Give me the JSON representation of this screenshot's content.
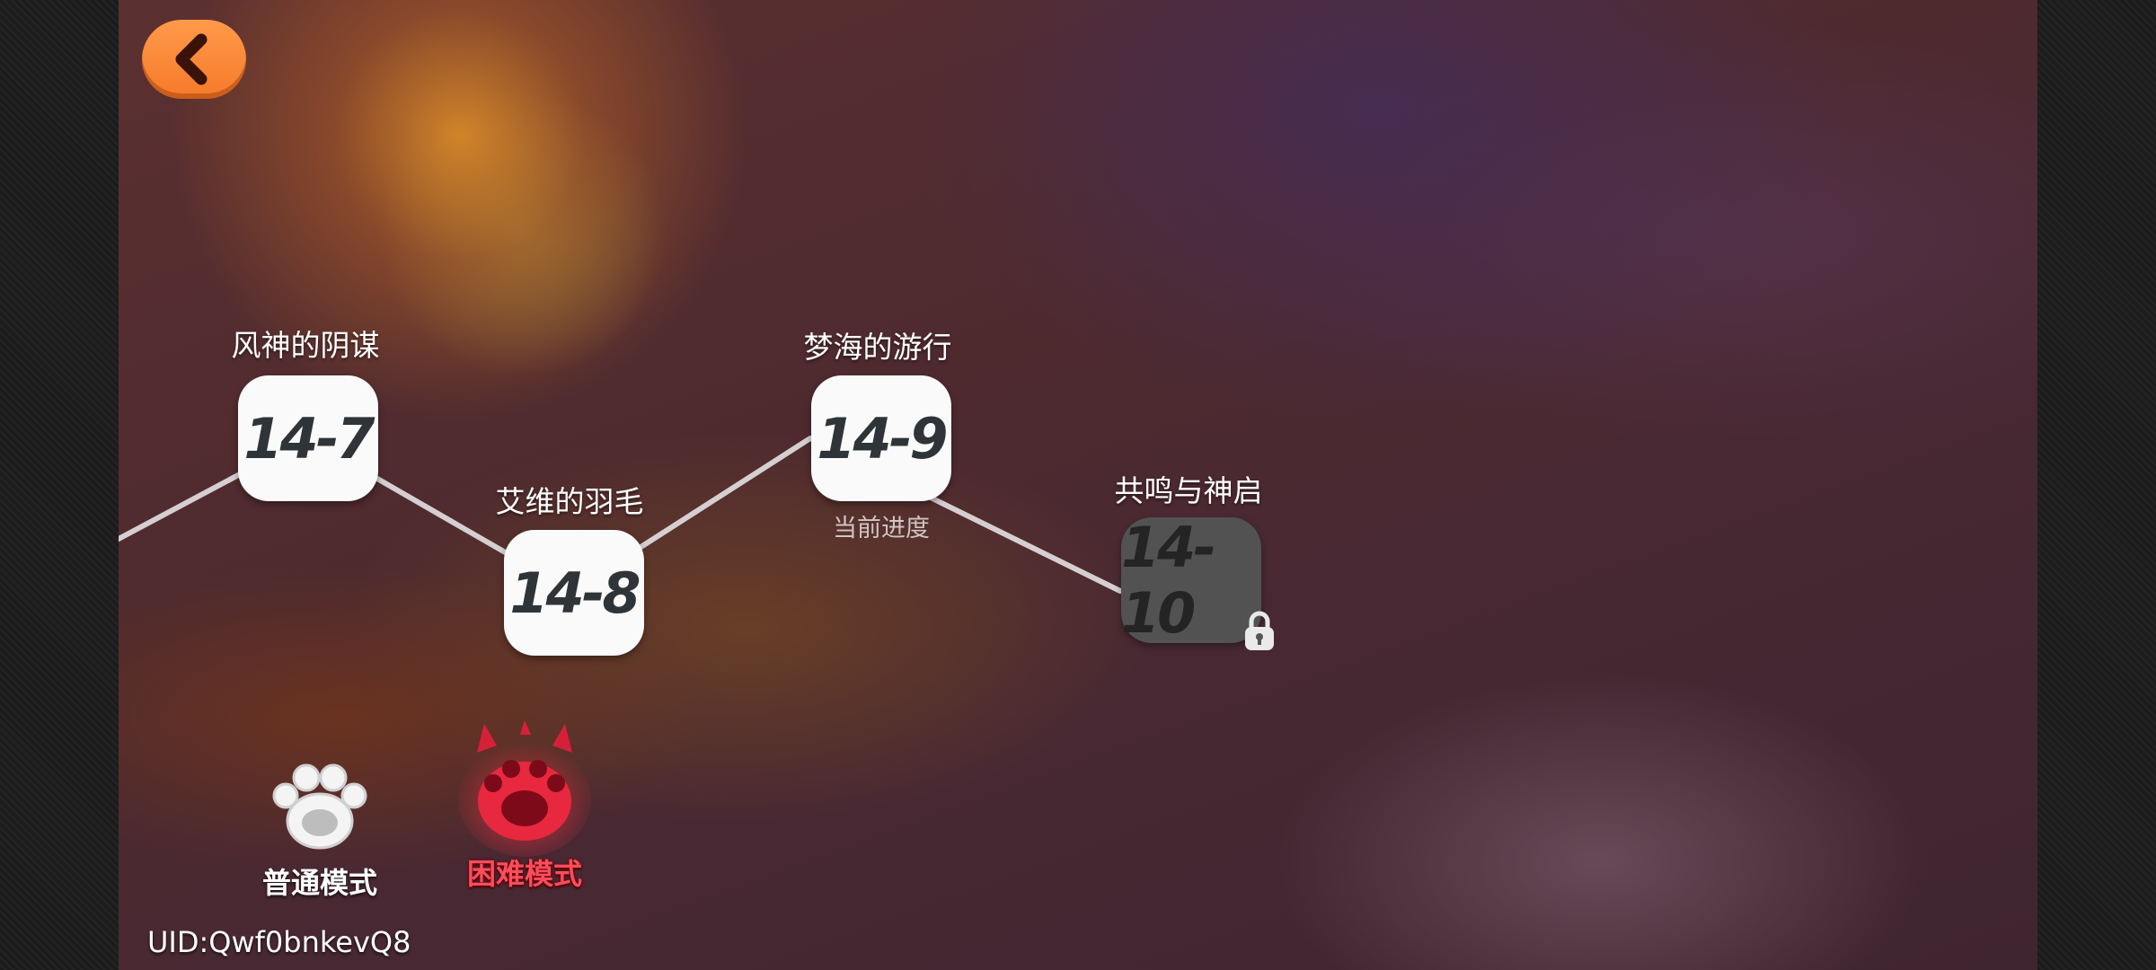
{
  "back_button": {
    "icon": "chevron-left-icon",
    "color": "#f57a2a"
  },
  "stages": [
    {
      "id": "14-7",
      "title": "风神的阴谋",
      "locked": false
    },
    {
      "id": "14-8",
      "title": "艾维的羽毛",
      "locked": false
    },
    {
      "id": "14-9",
      "title": "梦海的游行",
      "locked": false,
      "current_label": "当前进度"
    },
    {
      "id": "14-10",
      "title": "共鸣与神启",
      "locked": true
    }
  ],
  "modes": {
    "normal": {
      "label": "普通模式",
      "icon": "white-paw-icon"
    },
    "hard": {
      "label": "困难模式",
      "icon": "red-devil-paw-icon",
      "selected": true
    }
  },
  "uid": "UID:Qwf0bnkevQ8",
  "colors": {
    "accent": "#f57a2a",
    "hard_mode": "#ff4d5a",
    "node": "#fafafa",
    "locked_node": "#525252"
  }
}
